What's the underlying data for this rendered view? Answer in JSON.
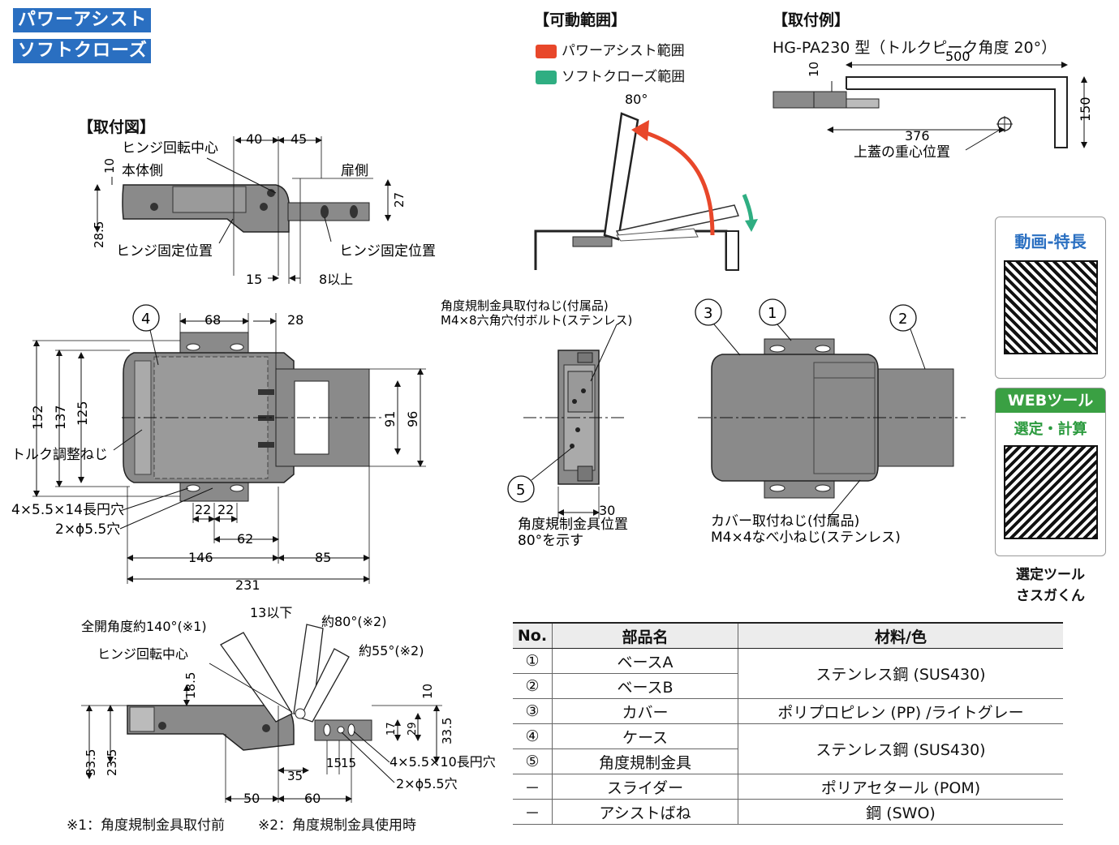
{
  "badges": {
    "power_assist": "パワーアシスト",
    "soft_close": "ソフトクローズ"
  },
  "colors": {
    "badge_blue": "#2a6fc1",
    "power_red": "#e8472a",
    "soft_green": "#2fae82",
    "part_gray": "#8a8a8a"
  },
  "range": {
    "title": "【可動範囲】",
    "power_label": "パワーアシスト範囲",
    "soft_label": "ソフトクローズ範囲",
    "angle": "80°"
  },
  "example": {
    "title": "【取付例】",
    "model": "HG-PA230 型（トルクピーク角度 20°）",
    "d500": "500",
    "d10": "10",
    "d150": "150",
    "d376": "376",
    "cg_label": "上蓋の重心位置"
  },
  "install": {
    "title": "【取付図】",
    "pivot": "ヒンジ回転中心",
    "body_side": "本体側",
    "door_side": "扉側",
    "fix_left": "ヒンジ固定位置",
    "fix_right": "ヒンジ固定位置",
    "d40": "40",
    "d45": "45",
    "d10": "10",
    "d27": "27",
    "d28_5": "28.5",
    "d15": "15",
    "d8": "8以上"
  },
  "plan": {
    "d68": "68",
    "d28": "28",
    "d152": "152",
    "d137": "137",
    "d125": "125",
    "d91": "91",
    "d96": "96",
    "torque": "トルク調整ねじ",
    "slot": "4×5.5×14長円穴",
    "hole": "2×ϕ5.5穴",
    "d22a": "22",
    "d22b": "22",
    "d62": "62",
    "d146": "146",
    "d85": "85",
    "d231": "231",
    "n4": "4"
  },
  "side": {
    "screw1": "角度規制金具取付ねじ(付属品)",
    "screw2": "M4×8六角穴付ボルト(ステンレス)",
    "n5": "5",
    "d30": "30",
    "pos1": "角度規制金具位置",
    "pos2": "80°を示す"
  },
  "cover": {
    "n3": "3",
    "n1": "1",
    "n2": "2",
    "screw1": "カバー取付ねじ(付属品)",
    "screw2": "M4×4なべ小ねじ(ステンレス)"
  },
  "qr": {
    "video": "動画-特長",
    "web": "WEBツール",
    "select": "選定・計算",
    "tool1": "選定ツール",
    "tool2": "さスガくん"
  },
  "open": {
    "full": "全開角度約140°(※1)",
    "pivot": "ヒンジ回転中心",
    "d13": "13以下",
    "a80": "約80°(※2)",
    "a55": "約55°(※2)",
    "d18_5": "18.5",
    "d10": "10",
    "d17": "17",
    "d29": "29",
    "d33_5r": "33.5",
    "d33_5": "33.5",
    "d23_5": "23.5",
    "d35": "35",
    "d15a": "15",
    "d15b": "15",
    "slot": "4×5.5×10長円穴",
    "hole": "2×ϕ5.5穴",
    "d50": "50",
    "d60": "60"
  },
  "notes": {
    "n1": "※1：角度規制金具取付前",
    "n2": "※2：角度規制金具使用時"
  },
  "table": {
    "headers": [
      "No.",
      "部品名",
      "材料/色"
    ],
    "rows": [
      {
        "no": "①",
        "name": "ベースA"
      },
      {
        "no": "②",
        "name": "ベースB"
      },
      {
        "no": "③",
        "name": "カバー"
      },
      {
        "no": "④",
        "name": "ケース"
      },
      {
        "no": "⑤",
        "name": "角度規制金具"
      },
      {
        "no": "－",
        "name": "スライダー"
      },
      {
        "no": "－",
        "name": "アシストばね"
      }
    ],
    "mat_ab": "ステンレス鋼 (SUS430)",
    "mat_cover": "ポリプロピレン (PP) /ライトグレー",
    "mat_case": "ステンレス鋼 (SUS430)",
    "mat_slider": "ポリアセタール (POM)",
    "mat_spring": "鋼 (SWO)"
  }
}
